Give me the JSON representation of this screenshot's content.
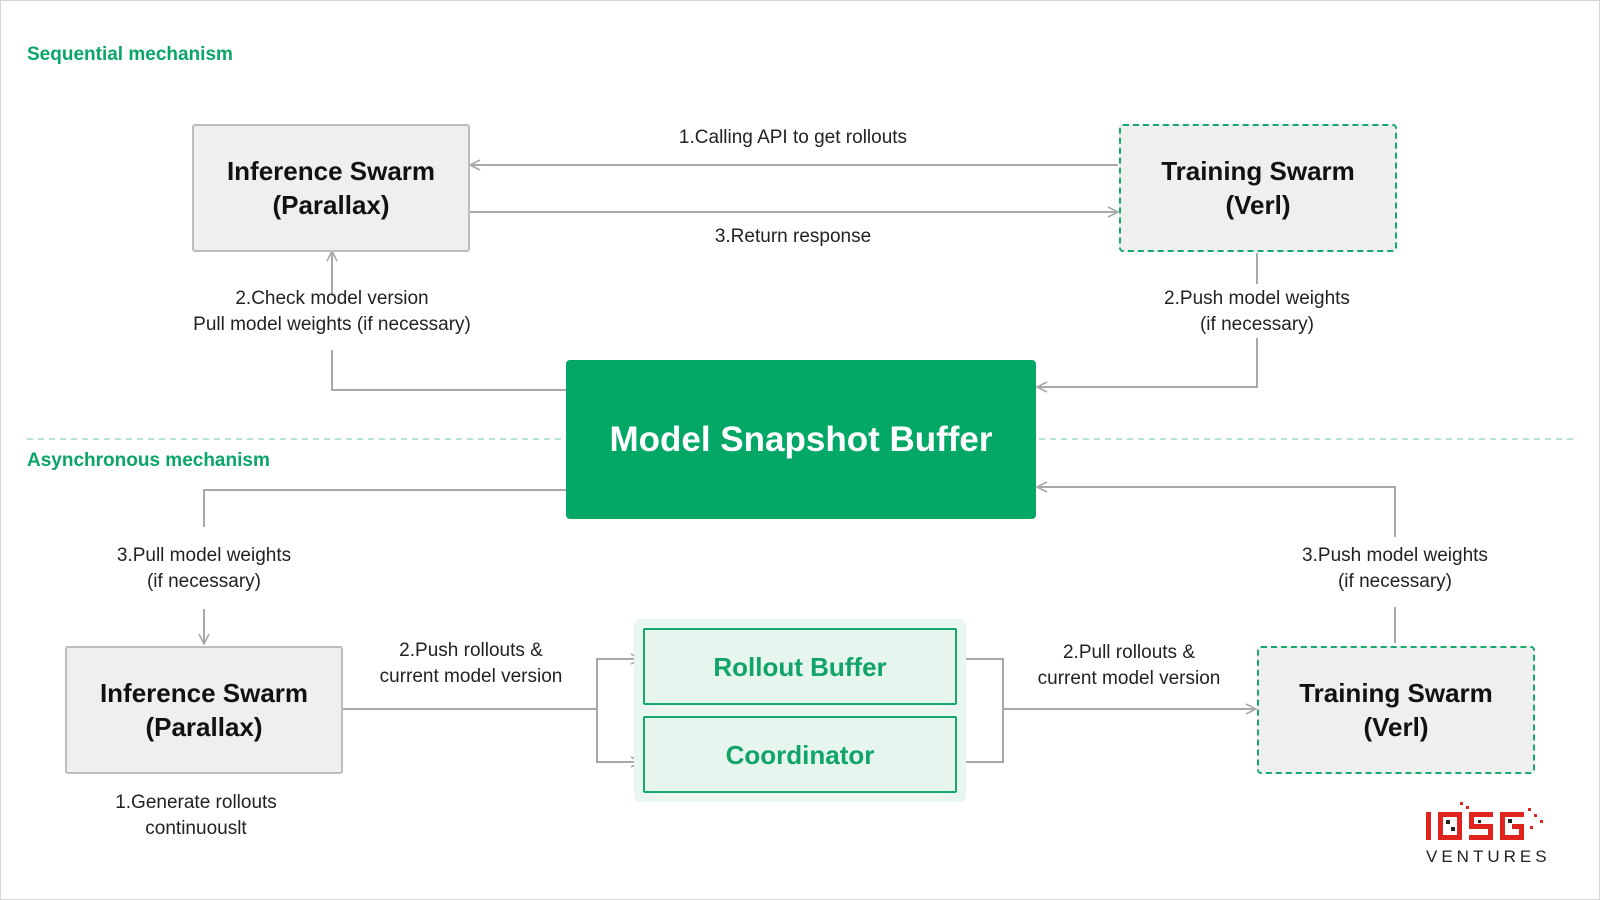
{
  "sections": {
    "sequential": "Sequential mechanism",
    "asynchronous": "Asynchronous mechanism"
  },
  "nodes": {
    "seq_inference": {
      "line1": "Inference Swarm",
      "line2": "(Parallax)"
    },
    "seq_training": {
      "line1": "Training Swarm",
      "line2": "(Verl)"
    },
    "snapshot_buffer": "Model Snapshot Buffer",
    "async_inference": {
      "line1": "Inference Swarm",
      "line2": "(Parallax)"
    },
    "async_training": {
      "line1": "Training Swarm",
      "line2": "(Verl)"
    },
    "rollout_buffer": "Rollout Buffer",
    "coordinator": "Coordinator"
  },
  "edges": {
    "calling_api": "1.Calling API to get rollouts",
    "return_response": "3.Return response",
    "check_version": {
      "line1": "2.Check model version",
      "line2": "Pull model weights (if necessary)"
    },
    "seq_push_weights": {
      "line1": "2.Push model weights",
      "line2": "(if necessary)"
    },
    "async_pull_weights": {
      "line1": "3.Pull model weights",
      "line2": "(if necessary)"
    },
    "async_push_weights": {
      "line1": "3.Push model weights",
      "line2": "(if necessary)"
    },
    "push_rollouts": {
      "line1": "2.Push rollouts &",
      "line2": "current model version"
    },
    "pull_rollouts": {
      "line1": "2.Pull rollouts &",
      "line2": "current model version"
    },
    "generate_rollouts": {
      "line1": "1.Generate rollouts",
      "line2": "continuouslt"
    }
  },
  "logo": {
    "word": "VENTURES"
  },
  "colors": {
    "accent_green": "#04a866",
    "line_gray": "#a8a8a8",
    "dashed_divider": "#9fdcc0"
  }
}
